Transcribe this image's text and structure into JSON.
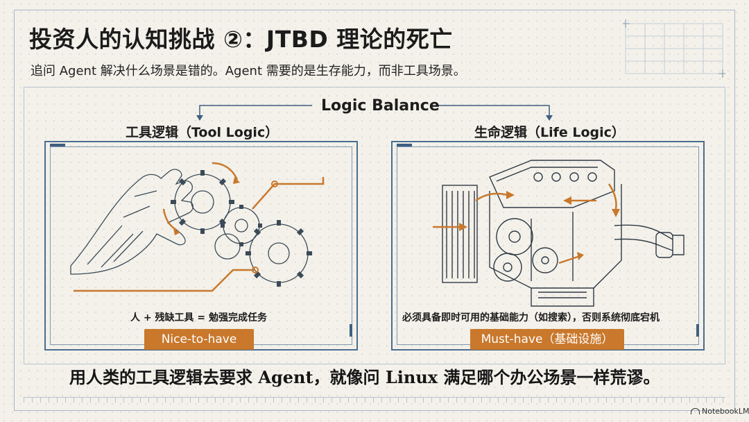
{
  "title": "投资人的认知挑战 ②：JTBD 理论的死亡",
  "subtitle": "追问 Agent 解决什么场景是错的。Agent 需要的是生存能力，而非工具场景。",
  "center_label": "Logic Balance",
  "left_panel": {
    "title": "工具逻辑（Tool Logic）",
    "caption": "人 + 残缺工具 = 勉强完成任务",
    "badge": "Nice-to-have",
    "illustration": "hand-with-gears"
  },
  "right_panel": {
    "title": "生命逻辑（Life Logic）",
    "caption": "必须具备即时可用的基础能力（如搜索），否则系统彻底宕机",
    "badge": "Must-have（基础设施）",
    "illustration": "engine-block"
  },
  "bottom_statement": "用人类的工具逻辑去要求 Agent，就像问 Linux 满足哪个办公场景一样荒谬。",
  "watermark": "NotebookLM",
  "colors": {
    "accent": "#c9782c",
    "blueprint": "#4a6d8f",
    "background": "#f3f1ea"
  }
}
